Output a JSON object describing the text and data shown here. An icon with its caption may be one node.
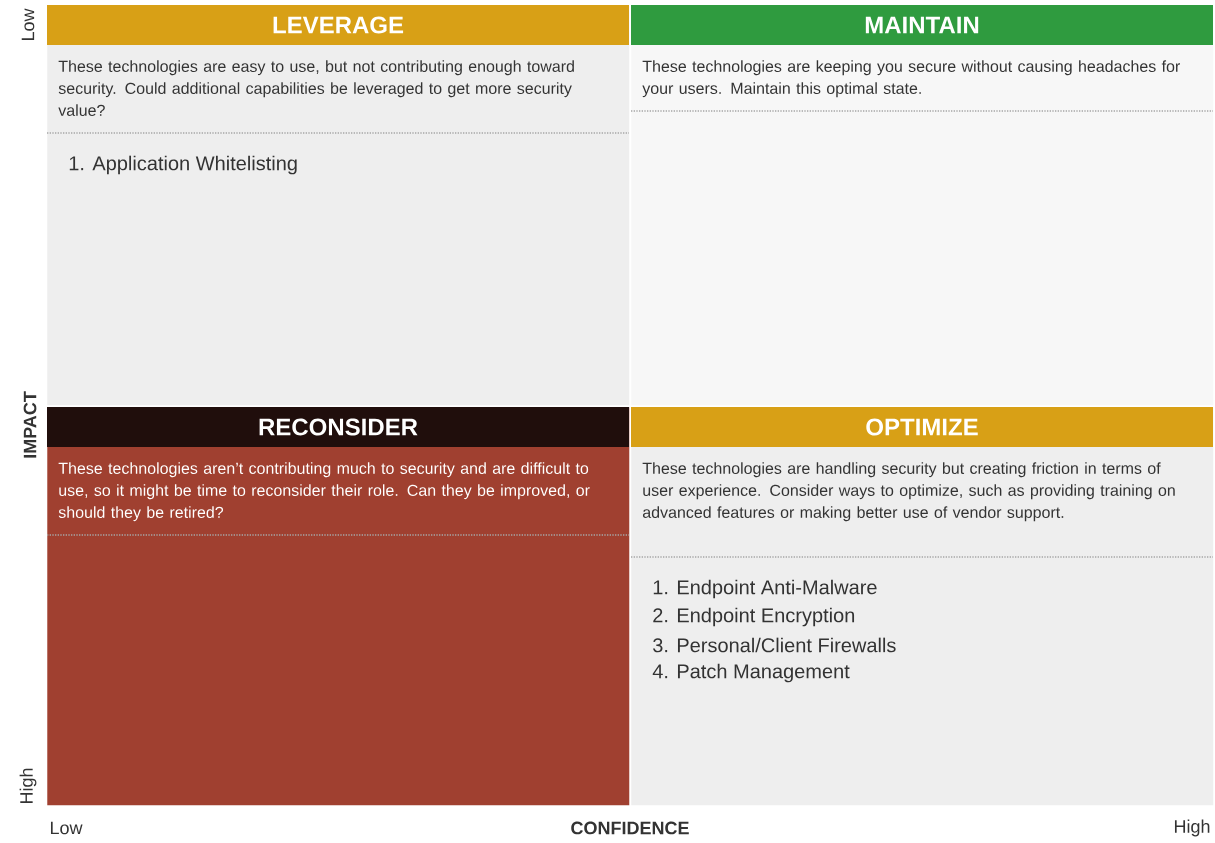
{
  "diagram": {
    "nodes": [
      {
        "text": [
          "LEVERAGE",
          "These technologies are easy to use, but not contributing enough toward security. Could additional capabilities be leveraged to get more security value?",
          "1. Application Whitelisting"
        ]
      },
      {
        "text": [
          "MAINTAIN",
          "These technologies are keeping you secure without causing headaches for your users. Maintain this optimal state."
        ]
      },
      {
        "text": [
          "RECONSIDER",
          "These technologies aren’t contributing much to security and are difficult to use, so it might be time to reconsider their role. Can they be improved, or should they be retired?"
        ]
      },
      {
        "text": [
          "OPTIMIZE",
          "These technologies are handling security but creating friction in terms of user experience. Consider ways to optimize, such as providing training on advanced features or making better use of vendor support.",
          "1. Endpoint Anti-Malware",
          "2. Endpoint Encryption",
          "3. Personal/Client Firewalls",
          "4. Patch Management"
        ]
      }
    ],
    "labels": [
      "Low",
      "IMPACT",
      "High",
      "Low",
      "CONFIDENCE",
      "High"
    ]
  }
}
